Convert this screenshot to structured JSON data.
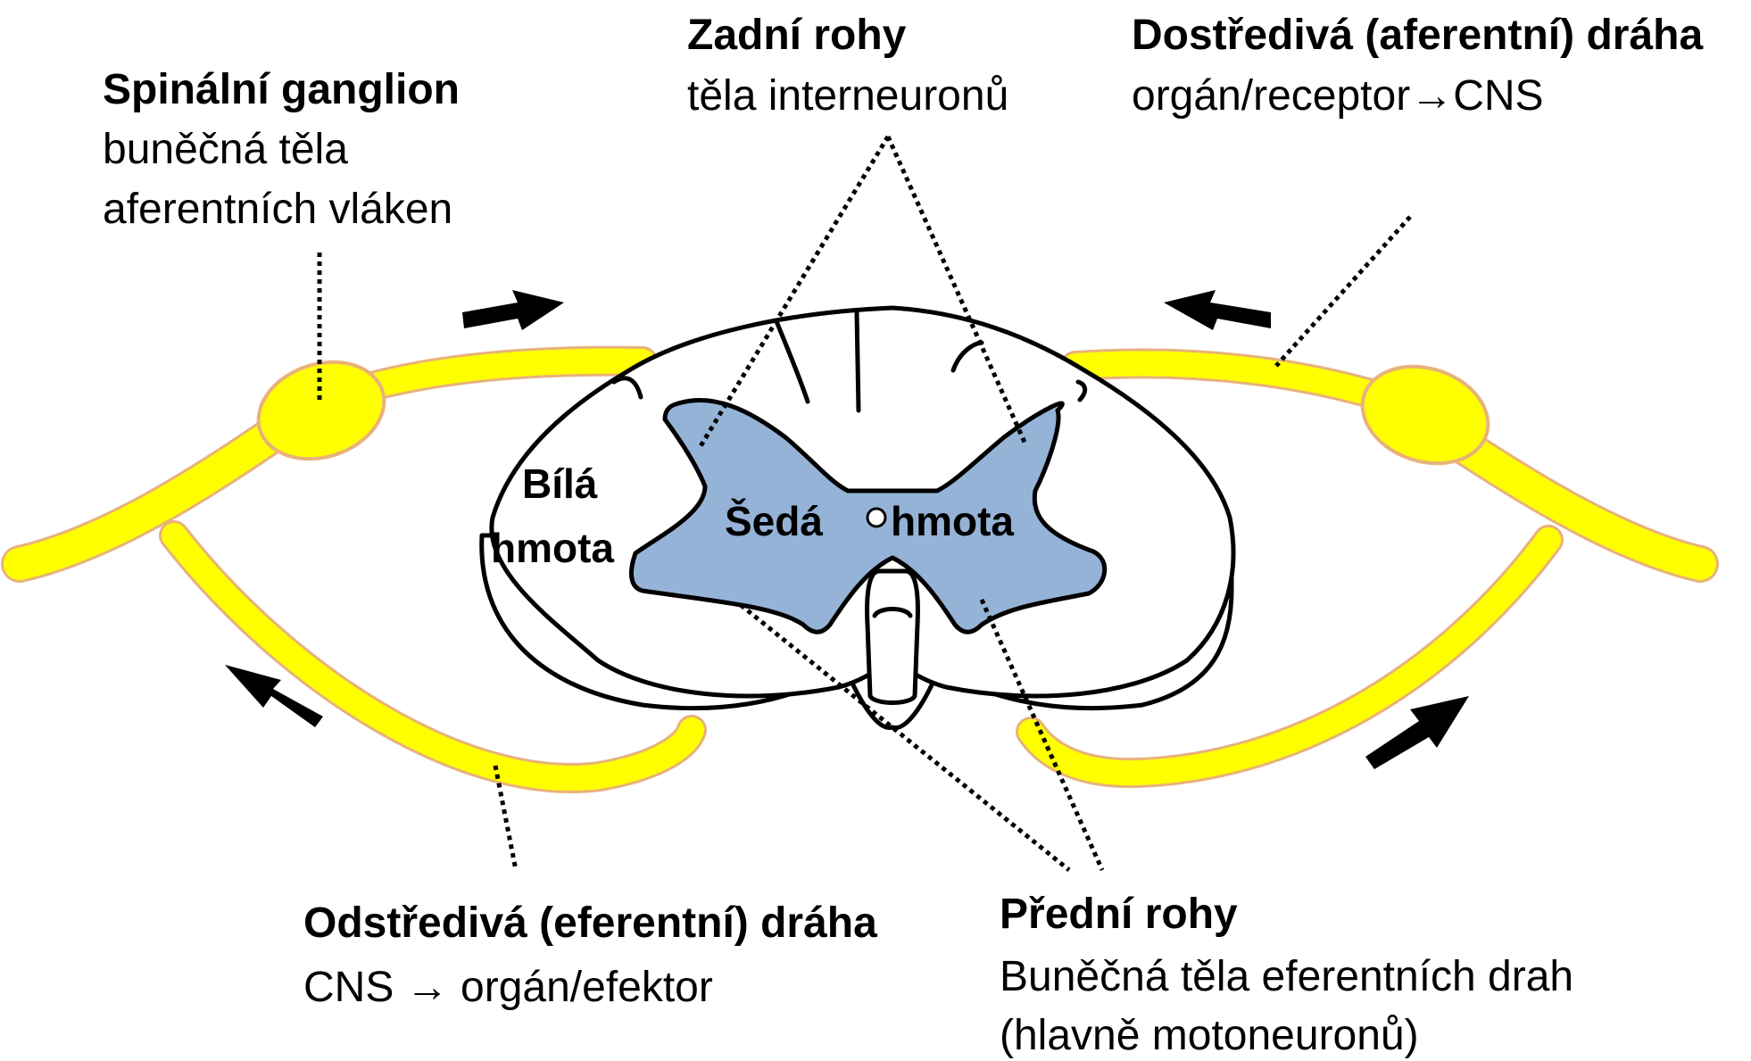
{
  "colors": {
    "gray_matter": "#95b3d7",
    "nerve_fill": "#ffff00",
    "nerve_outline": "#e8b27a",
    "outline": "#000000",
    "background": "#ffffff"
  },
  "labels": {
    "spinal_ganglion": {
      "title": "Spinální ganglion",
      "line1": "buněčná těla",
      "line2": "aferentních vláken"
    },
    "dorsal_horns": {
      "title": "Zadní rohy",
      "line1": "těla interneuronů"
    },
    "afferent_path": {
      "title": "Dostředivá (aferentní) dráha",
      "line1": "orgán/receptor→CNS"
    },
    "white_matter": {
      "line1": "Bílá",
      "line2": "hmota"
    },
    "gray_matter": {
      "word1": "Šedá",
      "word2": "hmota"
    },
    "efferent_path": {
      "title": "Odstředivá (eferentní) dráha",
      "line1": "CNS → orgán/efektor"
    },
    "ventral_horns": {
      "title": "Přední rohy",
      "line1": "Buněčná těla eferentních drah",
      "line2": "(hlavně motoneuronů)"
    }
  },
  "icons": {
    "flow_arrows": [
      "arrow-icon",
      "arrow-icon",
      "arrow-icon",
      "arrow-icon"
    ]
  }
}
